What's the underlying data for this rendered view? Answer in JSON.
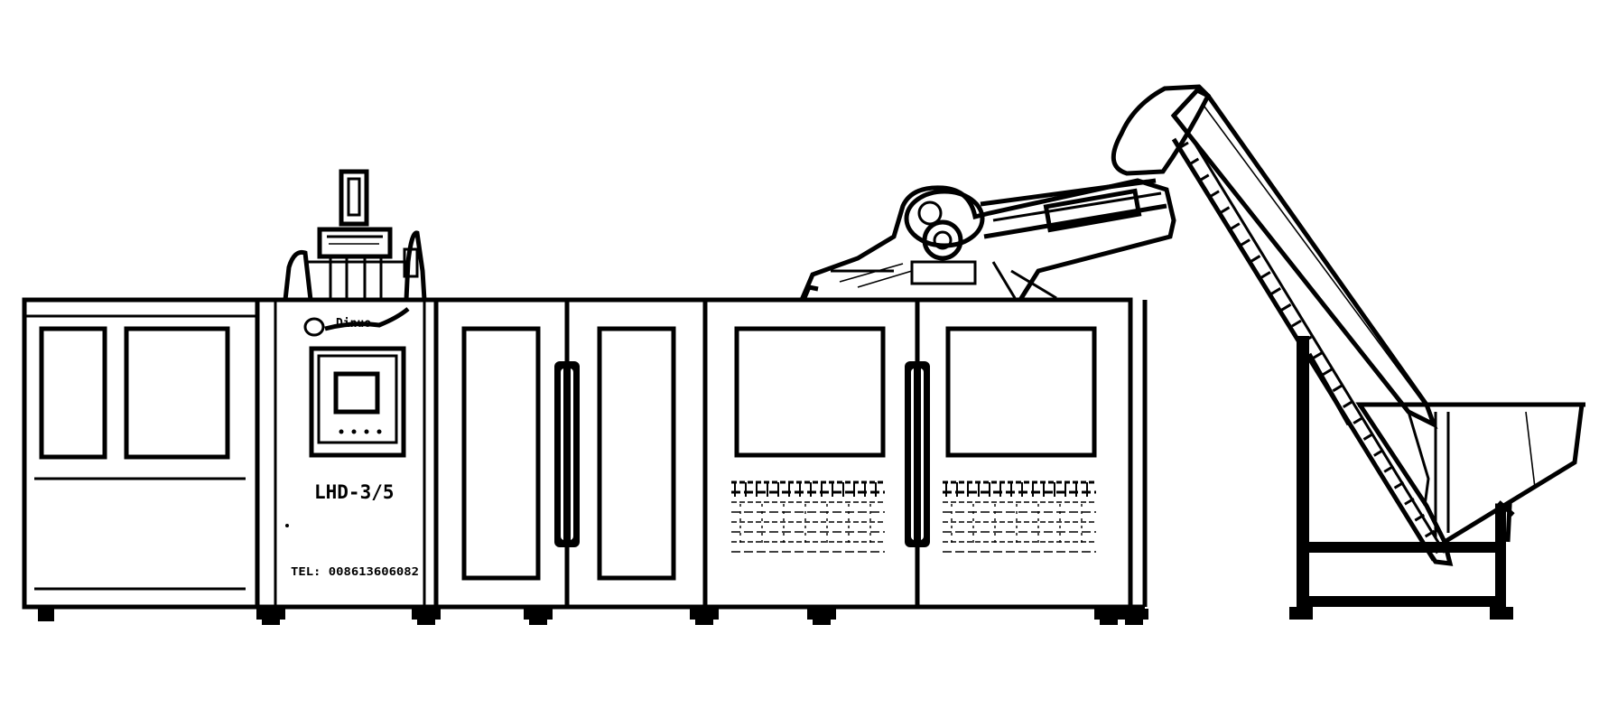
{
  "drawing": {
    "model_label": "LHD-3/5",
    "phone_label": "TEL: 008613606082",
    "logo_text": "Dinuo"
  },
  "colors": {
    "ink": "#000000",
    "background": "#ffffff"
  }
}
